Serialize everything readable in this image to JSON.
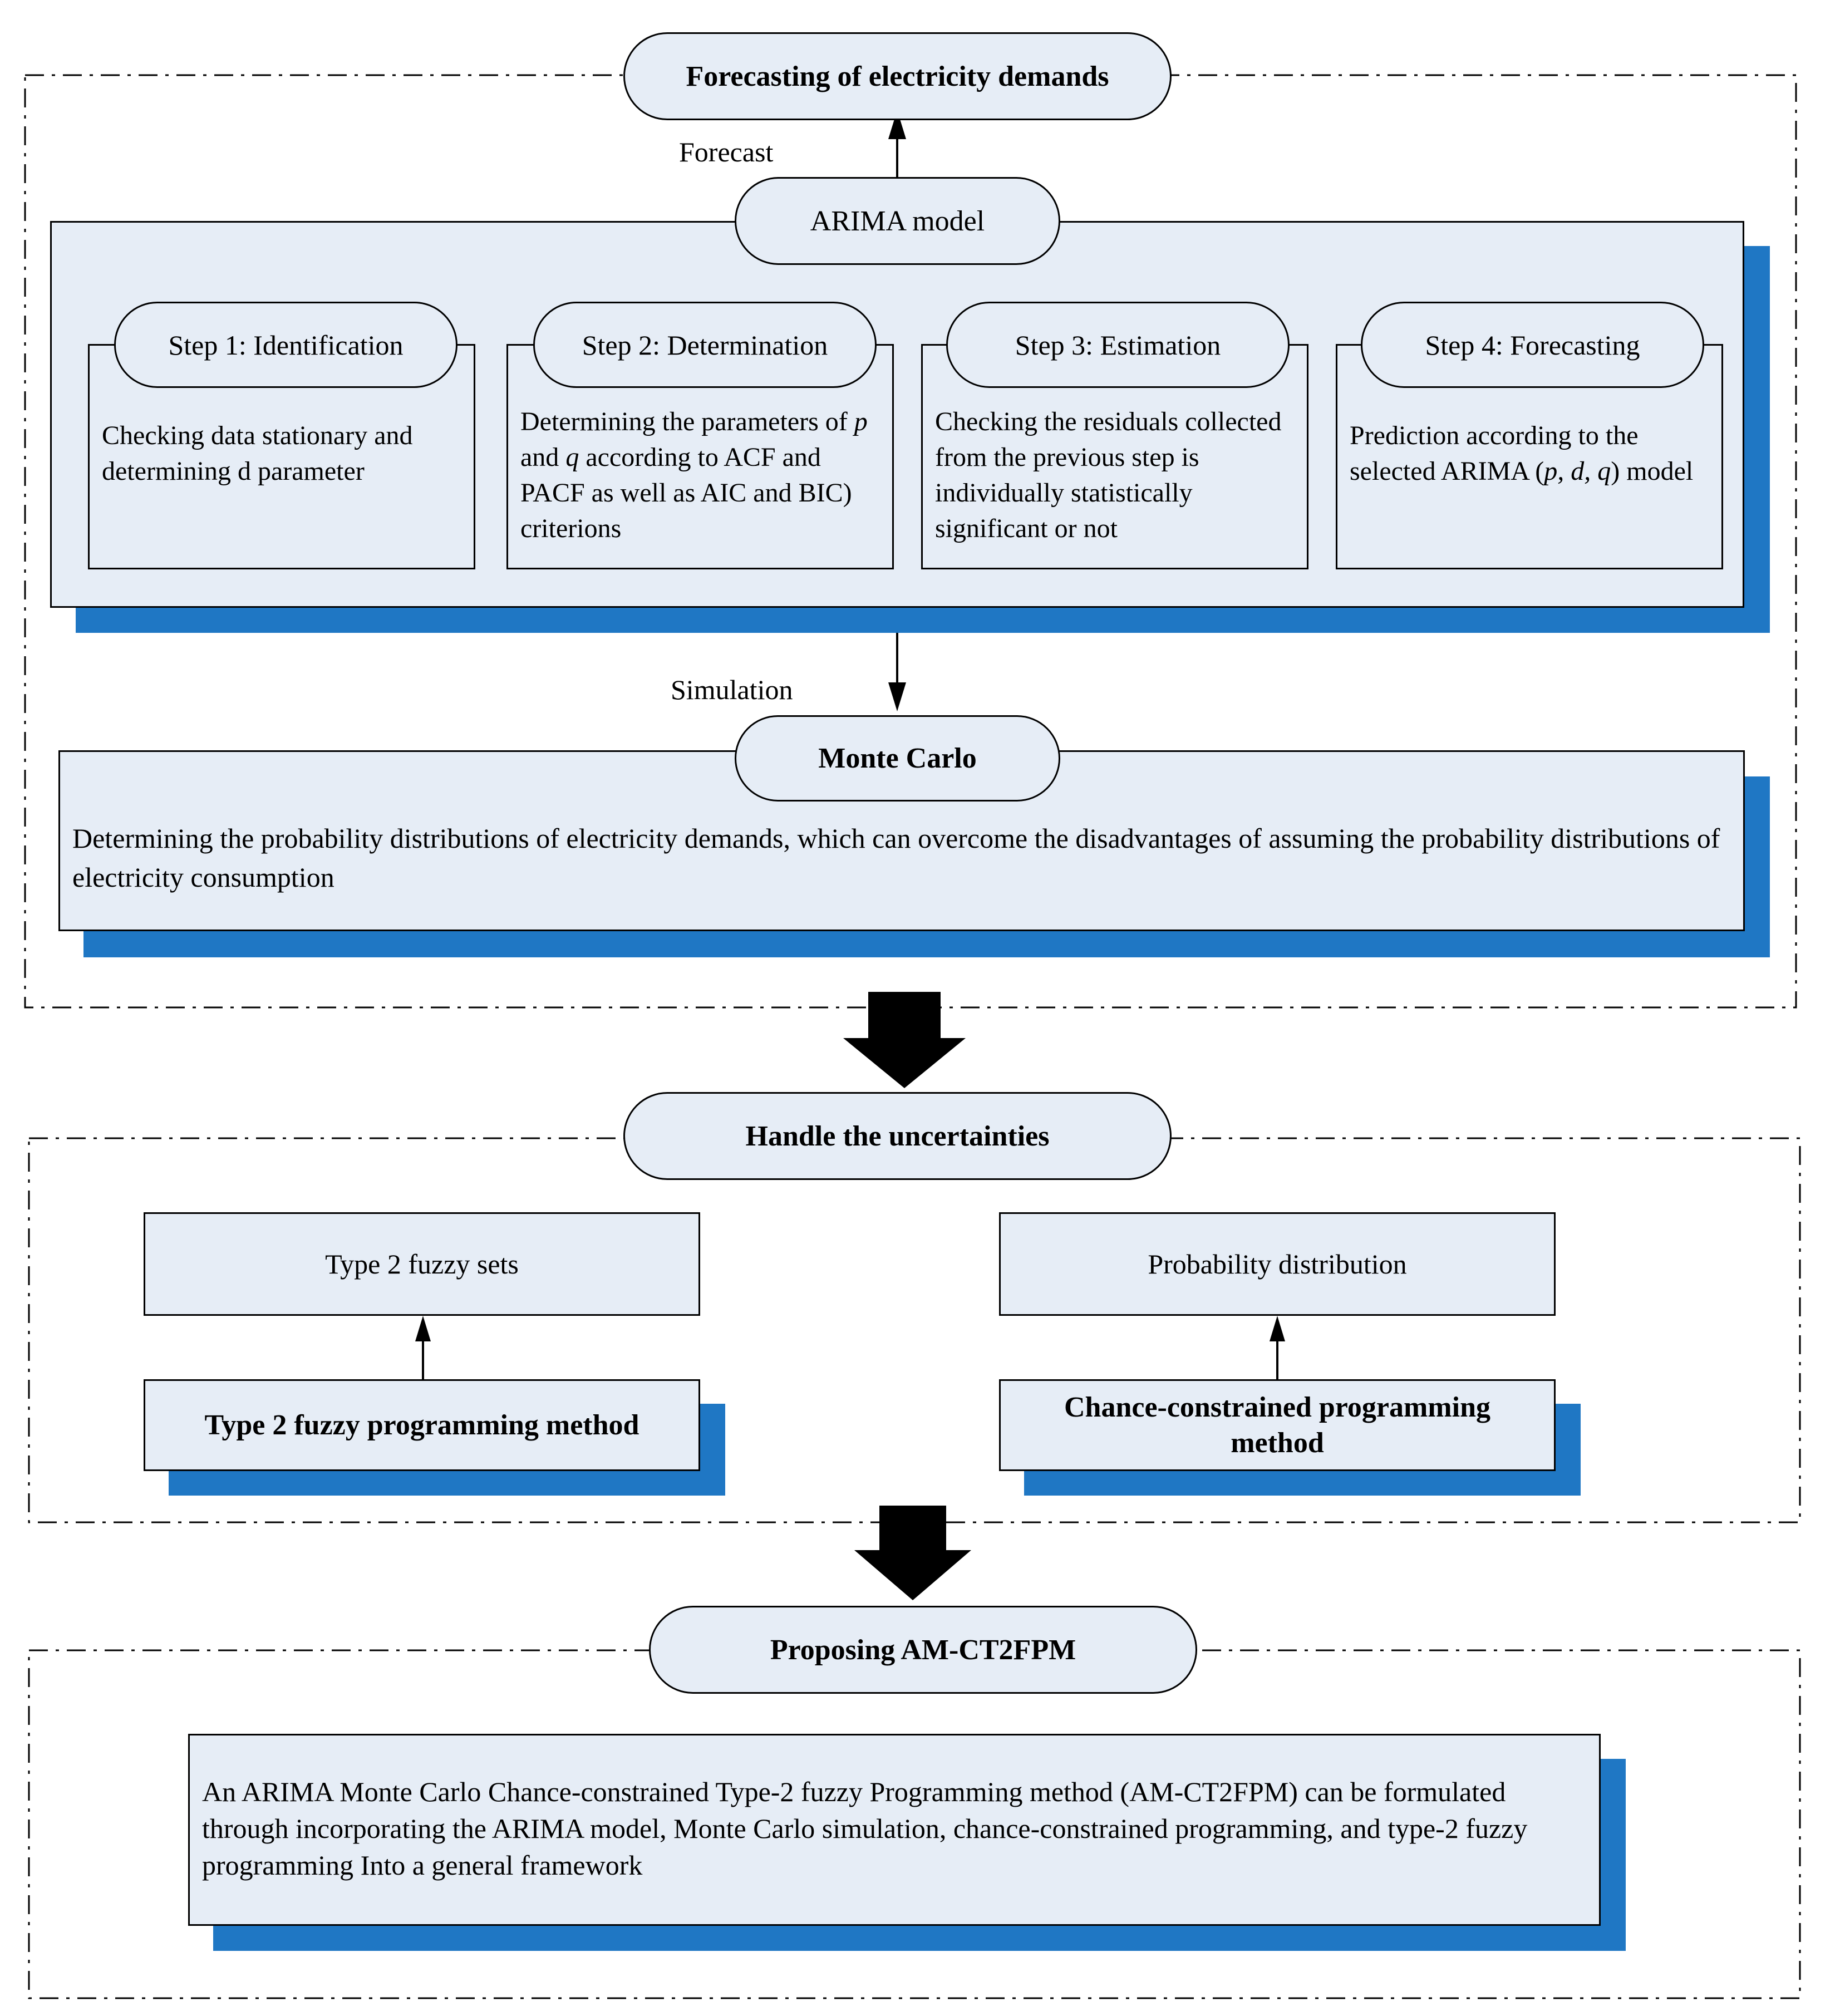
{
  "forecasting": {
    "title": "Forecasting of electricity demands",
    "forecast_label": "Forecast",
    "arima_title": "ARIMA model",
    "steps": [
      {
        "title": "Step 1: Identification",
        "text": "Checking data stationary and determining d parameter"
      },
      {
        "title": "Step 2: Determination",
        "text_parts": [
          "Determining the parameters of ",
          "p",
          " and ",
          "q",
          " according to ACF and  PACF as well as AIC and BIC) criterions"
        ]
      },
      {
        "title": "Step 3: Estimation",
        "text": "Checking the residuals collected from the previous step is individually statistically significant or not"
      },
      {
        "title": "Step 4: Forecasting",
        "text_parts": [
          "Prediction according to the selected ARIMA (",
          "p, d, q",
          ") model"
        ]
      }
    ],
    "simulation_label": "Simulation",
    "monte_carlo_title": "Monte Carlo",
    "monte_carlo_text": "Determining the probability distributions of electricity demands, which can overcome the disadvantages of assuming the probability distributions of electricity consumption"
  },
  "uncertainties": {
    "title": "Handle the uncertainties",
    "type2_sets": "Type 2 fuzzy sets",
    "type2_method": "Type 2 fuzzy programming method",
    "prob_dist": "Probability distribution",
    "ccp_method": "Chance-constrained programming method"
  },
  "proposing": {
    "title": "Proposing AM-CT2FPM",
    "text": "An ARIMA Monte Carlo Chance-constrained Type-2 fuzzy Programming method (AM-CT2FPM) can be formulated through  incorporating the ARIMA model, Monte Carlo simulation, chance-constrained programming, and type-2 fuzzy programming Into a general framework"
  },
  "colors": {
    "box_fill": "#e6edf6",
    "shadow": "#1f77c4",
    "stroke": "#000000"
  }
}
